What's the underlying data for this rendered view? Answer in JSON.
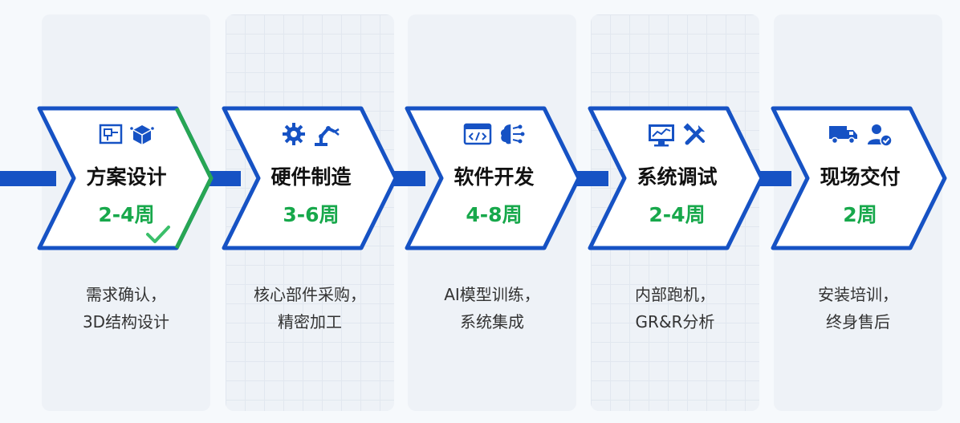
{
  "steps": [
    {
      "title": "方案设计",
      "duration": "2-4周",
      "desc_line1": "需求确认，",
      "desc_line2": "3D结构设计",
      "icons": [
        "blueprint-icon",
        "cube-icon"
      ],
      "completed": true
    },
    {
      "title": "硬件制造",
      "duration": "3-6周",
      "desc_line1": "核心部件采购，",
      "desc_line2": "精密加工",
      "icons": [
        "gear-icon",
        "robot-arm-icon"
      ],
      "completed": false
    },
    {
      "title": "软件开发",
      "duration": "4-8周",
      "desc_line1": "AI模型训练，",
      "desc_line2": "系统集成",
      "icons": [
        "code-window-icon",
        "brain-icon"
      ],
      "completed": false
    },
    {
      "title": "系统调试",
      "duration": "2-4周",
      "desc_line1": "内部跑机，",
      "desc_line2": "GR&R分析",
      "icons": [
        "monitor-chart-icon",
        "tools-icon"
      ],
      "completed": false
    },
    {
      "title": "现场交付",
      "duration": "2周",
      "desc_line1": "安装培训，",
      "desc_line2": "终身售后",
      "icons": [
        "truck-icon",
        "user-badge-icon"
      ],
      "completed": false
    }
  ],
  "colors": {
    "accent": "#1652c4",
    "duration": "#17a84b",
    "title": "#111111"
  }
}
